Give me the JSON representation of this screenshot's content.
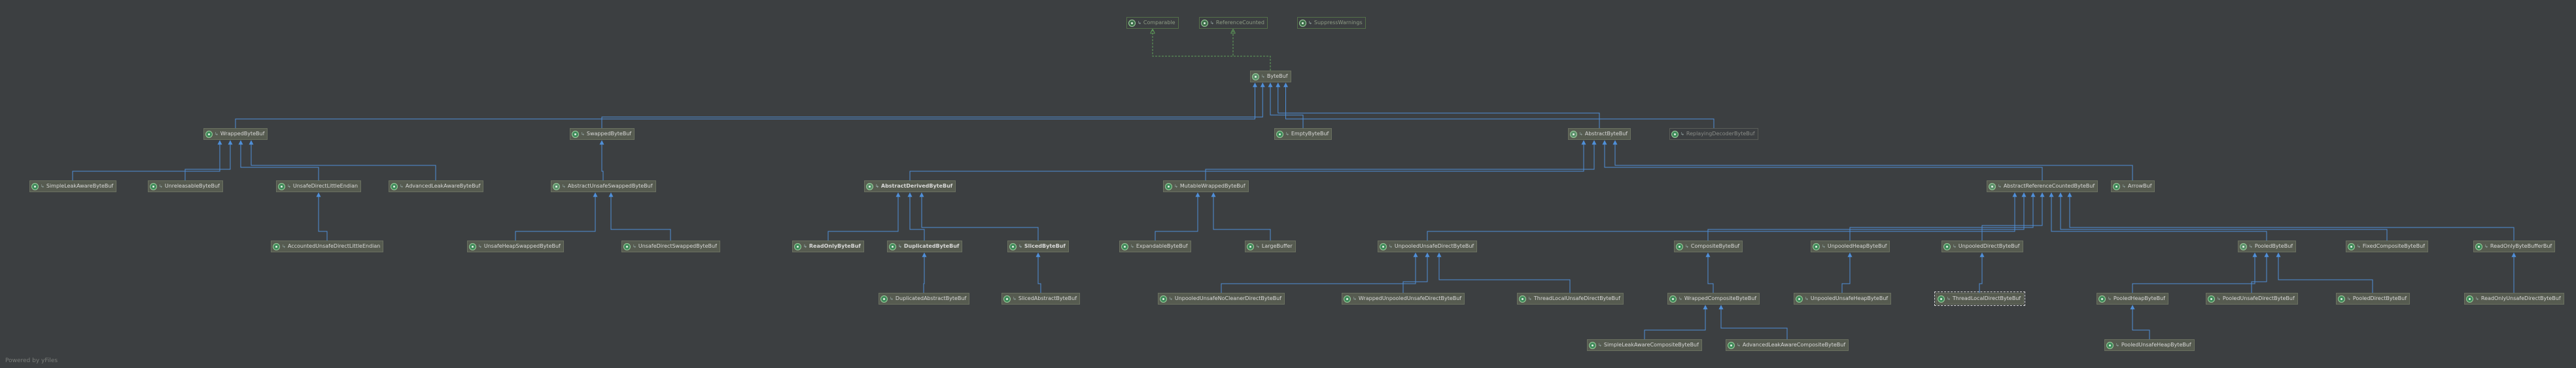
{
  "diagram": {
    "nodes": [
      {
        "id": "comparable",
        "label": "Comparable",
        "kind": "iface"
      },
      {
        "id": "refcounted",
        "label": "ReferenceCounted",
        "kind": "iface"
      },
      {
        "id": "suppress",
        "label": "SuppressWarnings",
        "kind": "iface"
      },
      {
        "id": "bytebuf",
        "label": "ByteBuf",
        "kind": "abs"
      },
      {
        "id": "wrapped",
        "label": "WrappedByteBuf",
        "kind": "cls"
      },
      {
        "id": "swapped",
        "label": "SwappedByteBuf",
        "kind": "cls"
      },
      {
        "id": "empty",
        "label": "EmptyByteBuf",
        "kind": "cls"
      },
      {
        "id": "abstract",
        "label": "AbstractByteBuf",
        "kind": "abs"
      },
      {
        "id": "replaying",
        "label": "ReplayingDecoderByteBuf",
        "kind": "dim"
      },
      {
        "id": "simpleleak",
        "label": "SimpleLeakAwareByteBuf",
        "kind": "cls"
      },
      {
        "id": "unreleasable",
        "label": "UnreleasableByteBuf",
        "kind": "cls"
      },
      {
        "id": "unsafedirectle",
        "label": "UnsafeDirectLittleEndian",
        "kind": "cls"
      },
      {
        "id": "advancedleak",
        "label": "AdvancedLeakAwareByteBuf",
        "kind": "cls"
      },
      {
        "id": "abstractunsafeswapped",
        "label": "AbstractUnsafeSwappedByteBuf",
        "kind": "abs"
      },
      {
        "id": "abstractderived",
        "label": "AbstractDerivedByteBuf",
        "kind": "abs",
        "bold": true
      },
      {
        "id": "mutablewrapped",
        "label": "MutableWrappedByteBuf",
        "kind": "cls"
      },
      {
        "id": "abstractrefcounted",
        "label": "AbstractReferenceCountedByteBuf",
        "kind": "abs"
      },
      {
        "id": "arrow",
        "label": "ArrowBuf",
        "kind": "cls"
      },
      {
        "id": "accountedunsafe",
        "label": "AccountedUnsafeDirectLittleEndian",
        "kind": "cls"
      },
      {
        "id": "unsafeheapswapped",
        "label": "UnsafeHeapSwappedByteBuf",
        "kind": "cls"
      },
      {
        "id": "unsafedirectswapped",
        "label": "UnsafeDirectSwappedByteBuf",
        "kind": "cls"
      },
      {
        "id": "readonly",
        "label": "ReadOnlyByteBuf",
        "kind": "cls",
        "bold": true
      },
      {
        "id": "duplicated",
        "label": "DuplicatedByteBuf",
        "kind": "cls",
        "bold": true
      },
      {
        "id": "sliced",
        "label": "SlicedByteBuf",
        "kind": "cls",
        "bold": true
      },
      {
        "id": "expandable",
        "label": "ExpandableByteBuf",
        "kind": "cls"
      },
      {
        "id": "largebuffer",
        "label": "LargeBuffer",
        "kind": "cls"
      },
      {
        "id": "unpooledunsafedirect",
        "label": "UnpooledUnsafeDirectByteBuf",
        "kind": "cls"
      },
      {
        "id": "composite",
        "label": "CompositeByteBuf",
        "kind": "cls"
      },
      {
        "id": "unpooledheap",
        "label": "UnpooledHeapByteBuf",
        "kind": "cls"
      },
      {
        "id": "unpooleddirect",
        "label": "UnpooledDirectByteBuf",
        "kind": "cls"
      },
      {
        "id": "pooled",
        "label": "PooledByteBuf",
        "kind": "abs"
      },
      {
        "id": "fixedcomposite",
        "label": "FixedCompositeByteBuf",
        "kind": "cls"
      },
      {
        "id": "readonlybytebuffer",
        "label": "ReadOnlyByteBufferBuf",
        "kind": "cls"
      },
      {
        "id": "dupabstract",
        "label": "DuplicatedAbstractByteBuf",
        "kind": "cls"
      },
      {
        "id": "slicedabstract",
        "label": "SlicedAbstractByteBuf",
        "kind": "cls"
      },
      {
        "id": "unpoolednocleaner",
        "label": "UnpooledUnsafeNoCleanerDirectByteBuf",
        "kind": "cls"
      },
      {
        "id": "wrappedunpooled",
        "label": "WrappedUnpooledUnsafeDirectByteBuf",
        "kind": "cls"
      },
      {
        "id": "threadlocalunsafe",
        "label": "ThreadLocalUnsafeDirectByteBuf",
        "kind": "cls"
      },
      {
        "id": "wrappedcomposite",
        "label": "WrappedCompositeByteBuf",
        "kind": "cls"
      },
      {
        "id": "unpooledunsafeheap",
        "label": "UnpooledUnsafeHeapByteBuf",
        "kind": "cls"
      },
      {
        "id": "threadlocaldirect",
        "label": "ThreadLocalDirectByteBuf",
        "kind": "cls",
        "selected": true
      },
      {
        "id": "pooledheap",
        "label": "PooledHeapByteBuf",
        "kind": "cls"
      },
      {
        "id": "pooledunsafedirect",
        "label": "PooledUnsafeDirectByteBuf",
        "kind": "cls"
      },
      {
        "id": "pooleddirect",
        "label": "PooledDirectByteBuf",
        "kind": "cls"
      },
      {
        "id": "readonlyunsafedirect",
        "label": "ReadOnlyUnsafeDirectByteBuf",
        "kind": "cls"
      },
      {
        "id": "simpleleakcomposite",
        "label": "SimpleLeakAwareCompositeByteBuf",
        "kind": "cls"
      },
      {
        "id": "advancedleakcomposite",
        "label": "AdvancedLeakAwareCompositeByteBuf",
        "kind": "cls"
      },
      {
        "id": "pooledunsafeheap",
        "label": "PooledUnsafeHeapByteBuf",
        "kind": "cls"
      }
    ],
    "edges": [
      {
        "from": "bytebuf",
        "to": "comparable",
        "type": "implements"
      },
      {
        "from": "bytebuf",
        "to": "refcounted",
        "type": "implements"
      },
      {
        "from": "wrapped",
        "to": "bytebuf",
        "type": "extends"
      },
      {
        "from": "swapped",
        "to": "bytebuf",
        "type": "extends"
      },
      {
        "from": "empty",
        "to": "bytebuf",
        "type": "extends"
      },
      {
        "from": "abstract",
        "to": "bytebuf",
        "type": "extends"
      },
      {
        "from": "replaying",
        "to": "bytebuf",
        "type": "extends"
      },
      {
        "from": "simpleleak",
        "to": "wrapped",
        "type": "extends"
      },
      {
        "from": "unreleasable",
        "to": "wrapped",
        "type": "extends"
      },
      {
        "from": "unsafedirectle",
        "to": "wrapped",
        "type": "extends"
      },
      {
        "from": "advancedleak",
        "to": "wrapped",
        "type": "extends"
      },
      {
        "from": "abstractunsafeswapped",
        "to": "swapped",
        "type": "extends"
      },
      {
        "from": "abstractderived",
        "to": "abstract",
        "type": "extends"
      },
      {
        "from": "mutablewrapped",
        "to": "abstract",
        "type": "extends"
      },
      {
        "from": "abstractrefcounted",
        "to": "abstract",
        "type": "extends"
      },
      {
        "from": "arrow",
        "to": "abstract",
        "type": "extends"
      },
      {
        "from": "accountedunsafe",
        "to": "unsafedirectle",
        "type": "extends"
      },
      {
        "from": "unsafeheapswapped",
        "to": "abstractunsafeswapped",
        "type": "extends"
      },
      {
        "from": "unsafedirectswapped",
        "to": "abstractunsafeswapped",
        "type": "extends"
      },
      {
        "from": "readonly",
        "to": "abstractderived",
        "type": "extends"
      },
      {
        "from": "duplicated",
        "to": "abstractderived",
        "type": "extends"
      },
      {
        "from": "sliced",
        "to": "abstractderived",
        "type": "extends"
      },
      {
        "from": "expandable",
        "to": "mutablewrapped",
        "type": "extends"
      },
      {
        "from": "largebuffer",
        "to": "mutablewrapped",
        "type": "extends"
      },
      {
        "from": "unpooledunsafedirect",
        "to": "abstractrefcounted",
        "type": "extends"
      },
      {
        "from": "composite",
        "to": "abstractrefcounted",
        "type": "extends"
      },
      {
        "from": "unpooledheap",
        "to": "abstractrefcounted",
        "type": "extends"
      },
      {
        "from": "unpooleddirect",
        "to": "abstractrefcounted",
        "type": "extends"
      },
      {
        "from": "pooled",
        "to": "abstractrefcounted",
        "type": "extends"
      },
      {
        "from": "fixedcomposite",
        "to": "abstractrefcounted",
        "type": "extends"
      },
      {
        "from": "readonlybytebuffer",
        "to": "abstractrefcounted",
        "type": "extends"
      },
      {
        "from": "dupabstract",
        "to": "duplicated",
        "type": "extends"
      },
      {
        "from": "slicedabstract",
        "to": "sliced",
        "type": "extends"
      },
      {
        "from": "unpoolednocleaner",
        "to": "unpooledunsafedirect",
        "type": "extends"
      },
      {
        "from": "wrappedunpooled",
        "to": "unpooledunsafedirect",
        "type": "extends"
      },
      {
        "from": "threadlocalunsafe",
        "to": "unpooledunsafedirect",
        "type": "extends"
      },
      {
        "from": "wrappedcomposite",
        "to": "composite",
        "type": "extends"
      },
      {
        "from": "unpooledunsafeheap",
        "to": "unpooledheap",
        "type": "extends"
      },
      {
        "from": "threadlocaldirect",
        "to": "unpooleddirect",
        "type": "extends"
      },
      {
        "from": "pooledheap",
        "to": "pooled",
        "type": "extends"
      },
      {
        "from": "pooledunsafedirect",
        "to": "pooled",
        "type": "extends"
      },
      {
        "from": "pooleddirect",
        "to": "pooled",
        "type": "extends"
      },
      {
        "from": "readonlyunsafedirect",
        "to": "readonlybytebuffer",
        "type": "extends"
      },
      {
        "from": "simpleleakcomposite",
        "to": "wrappedcomposite",
        "type": "extends"
      },
      {
        "from": "advancedleakcomposite",
        "to": "wrappedcomposite",
        "type": "extends"
      },
      {
        "from": "pooledunsafeheap",
        "to": "pooledheap",
        "type": "extends"
      }
    ],
    "colors": {
      "background": "#3c3f41",
      "extends": "#4f8fd8",
      "implements": "#5fa05a"
    }
  },
  "footer": {
    "text": "Powered by yFiles"
  }
}
